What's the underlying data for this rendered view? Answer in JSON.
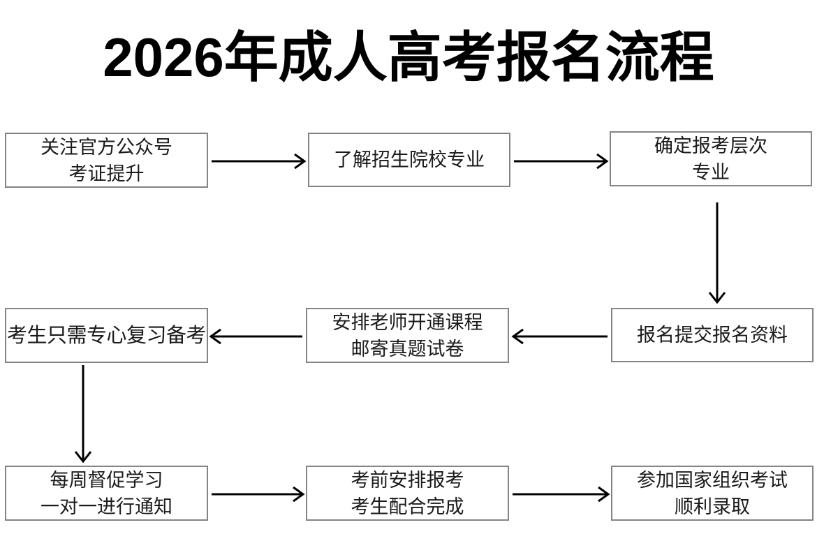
{
  "page": {
    "title": "2026年成人高考报名流程",
    "background_color": "#ffffff",
    "box_border_color": "#848484",
    "text_color": "#1a1a1a",
    "arrow_color": "#000000"
  },
  "chart_data": {
    "type": "diagram",
    "diagram_kind": "flowchart",
    "title": "2026年成人高考报名流程",
    "layout": "3 rows x 3 columns, serpentine (left-to-right, then right-to-left, then left-to-right)",
    "nodes": [
      {
        "id": 1,
        "row": 1,
        "col": 1,
        "lines": [
          "关注官方公众号",
          "考证提升"
        ]
      },
      {
        "id": 2,
        "row": 1,
        "col": 2,
        "lines": [
          "了解招生院校专业"
        ]
      },
      {
        "id": 3,
        "row": 1,
        "col": 3,
        "lines": [
          "确定报考层次",
          "专业"
        ]
      },
      {
        "id": 4,
        "row": 2,
        "col": 1,
        "lines": [
          "考生只需专心复习备考"
        ]
      },
      {
        "id": 5,
        "row": 2,
        "col": 2,
        "lines": [
          "安排老师开通课程",
          "邮寄真题试卷"
        ]
      },
      {
        "id": 6,
        "row": 2,
        "col": 3,
        "lines": [
          "报名提交报名资料"
        ]
      },
      {
        "id": 7,
        "row": 3,
        "col": 1,
        "lines": [
          "每周督促学习",
          "一对一进行通知"
        ]
      },
      {
        "id": 8,
        "row": 3,
        "col": 2,
        "lines": [
          "考前安排报考",
          "考生配合完成"
        ]
      },
      {
        "id": 9,
        "row": 3,
        "col": 3,
        "lines": [
          "参加国家组织考试",
          "顺利录取"
        ]
      }
    ],
    "edges": [
      {
        "from": 1,
        "to": 2,
        "direction": "right"
      },
      {
        "from": 2,
        "to": 3,
        "direction": "right"
      },
      {
        "from": 3,
        "to": 6,
        "direction": "down"
      },
      {
        "from": 6,
        "to": 5,
        "direction": "left"
      },
      {
        "from": 5,
        "to": 4,
        "direction": "left"
      },
      {
        "from": 4,
        "to": 7,
        "direction": "down"
      },
      {
        "from": 7,
        "to": 8,
        "direction": "right"
      },
      {
        "from": 8,
        "to": 9,
        "direction": "right"
      }
    ]
  },
  "nodes": {
    "n1": {
      "line1": "关注官方公众号",
      "line2": "考证提升"
    },
    "n2": {
      "line1": "了解招生院校专业"
    },
    "n3": {
      "line1": "确定报考层次",
      "line2": "专业"
    },
    "n4": {
      "line1": "考生只需专心复习备考"
    },
    "n5": {
      "line1": "安排老师开通课程",
      "line2": "邮寄真题试卷"
    },
    "n6": {
      "line1": "报名提交报名资料"
    },
    "n7": {
      "line1": "每周督促学习",
      "line2": "一对一进行通知"
    },
    "n8": {
      "line1": "考前安排报考",
      "line2": "考生配合完成"
    },
    "n9": {
      "line1": "参加国家组织考试",
      "line2": "顺利录取"
    }
  },
  "arrows": {
    "a1_2": "arrow-right-icon",
    "a2_3": "arrow-right-icon",
    "a3_6": "arrow-down-icon",
    "a6_5": "arrow-left-icon",
    "a5_4": "arrow-left-icon",
    "a4_7": "arrow-down-icon",
    "a7_8": "arrow-right-icon",
    "a8_9": "arrow-right-icon"
  }
}
